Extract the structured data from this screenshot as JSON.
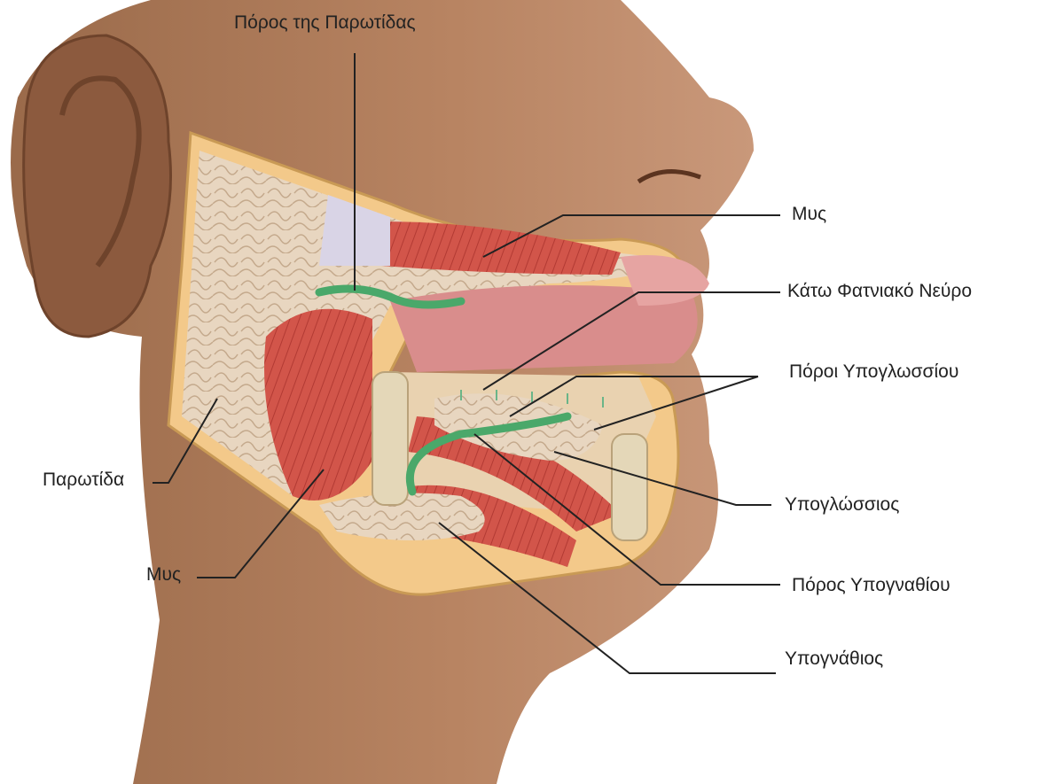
{
  "labels": {
    "parotid_duct": "Πόρος της Παρωτίδας",
    "muscle_upper": "Μυς",
    "inferior_alveolar_nerve": "Κάτω Φατνιακό Νεύρο",
    "sublingual_ducts": "Πόροι Υπογλωσσίου",
    "sublingual": "Υπογλώσσιος",
    "submandibular_duct": "Πόρος Υπογναθίου",
    "submandibular": "Υπογνάθιος",
    "parotid": "Παρωτίδα",
    "muscle_lower": "Μυς"
  }
}
